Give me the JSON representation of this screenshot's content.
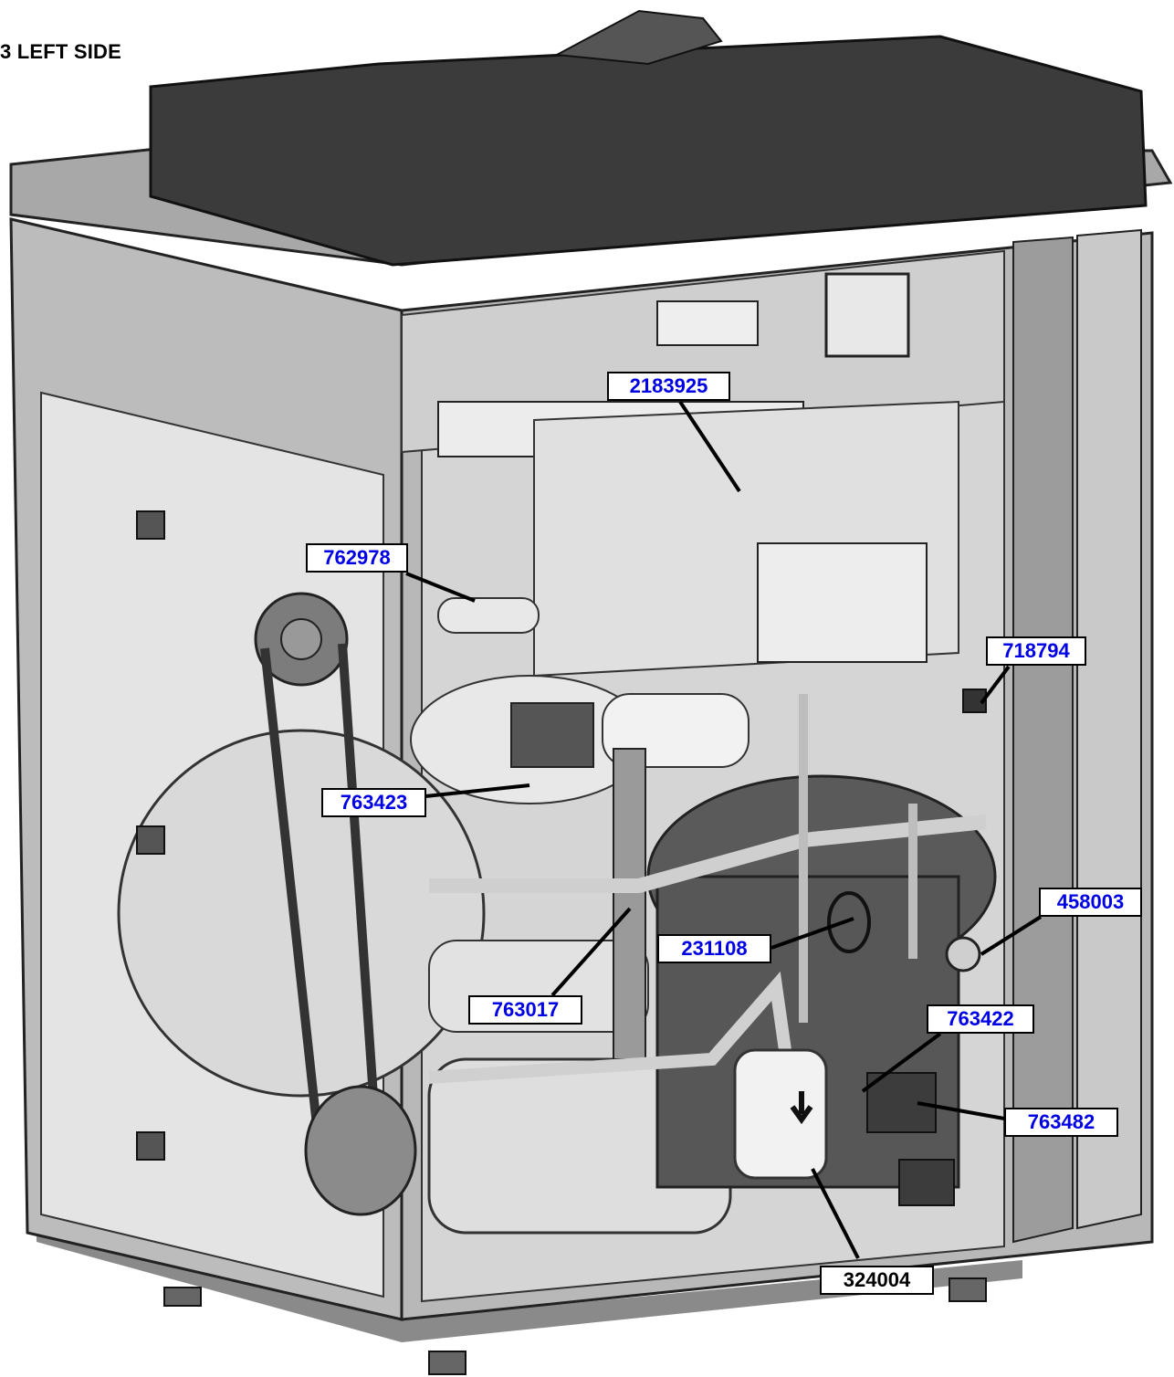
{
  "heading": "3 LEFT SIDE",
  "callouts": [
    {
      "id": "c1",
      "text": "2183925",
      "color": "#0000e6"
    },
    {
      "id": "c2",
      "text": "762978",
      "color": "#0000e6"
    },
    {
      "id": "c3",
      "text": "718794",
      "color": "#0000e6"
    },
    {
      "id": "c4",
      "text": "763423",
      "color": "#0000e6"
    },
    {
      "id": "c5",
      "text": "458003",
      "color": "#0000e6"
    },
    {
      "id": "c6",
      "text": "231108",
      "color": "#0000e6"
    },
    {
      "id": "c7",
      "text": "763017",
      "color": "#0000e6"
    },
    {
      "id": "c8",
      "text": "763422",
      "color": "#0000e6"
    },
    {
      "id": "c9",
      "text": "763482",
      "color": "#0000e6"
    },
    {
      "id": "c10",
      "text": "324004",
      "color": "#000000"
    }
  ],
  "colors": {
    "lid": "#3a3a3a",
    "frame": "#b5b5b5",
    "panel": "#d8d8d8",
    "dark": "#4a4a4a",
    "part_light": "#ececec"
  }
}
